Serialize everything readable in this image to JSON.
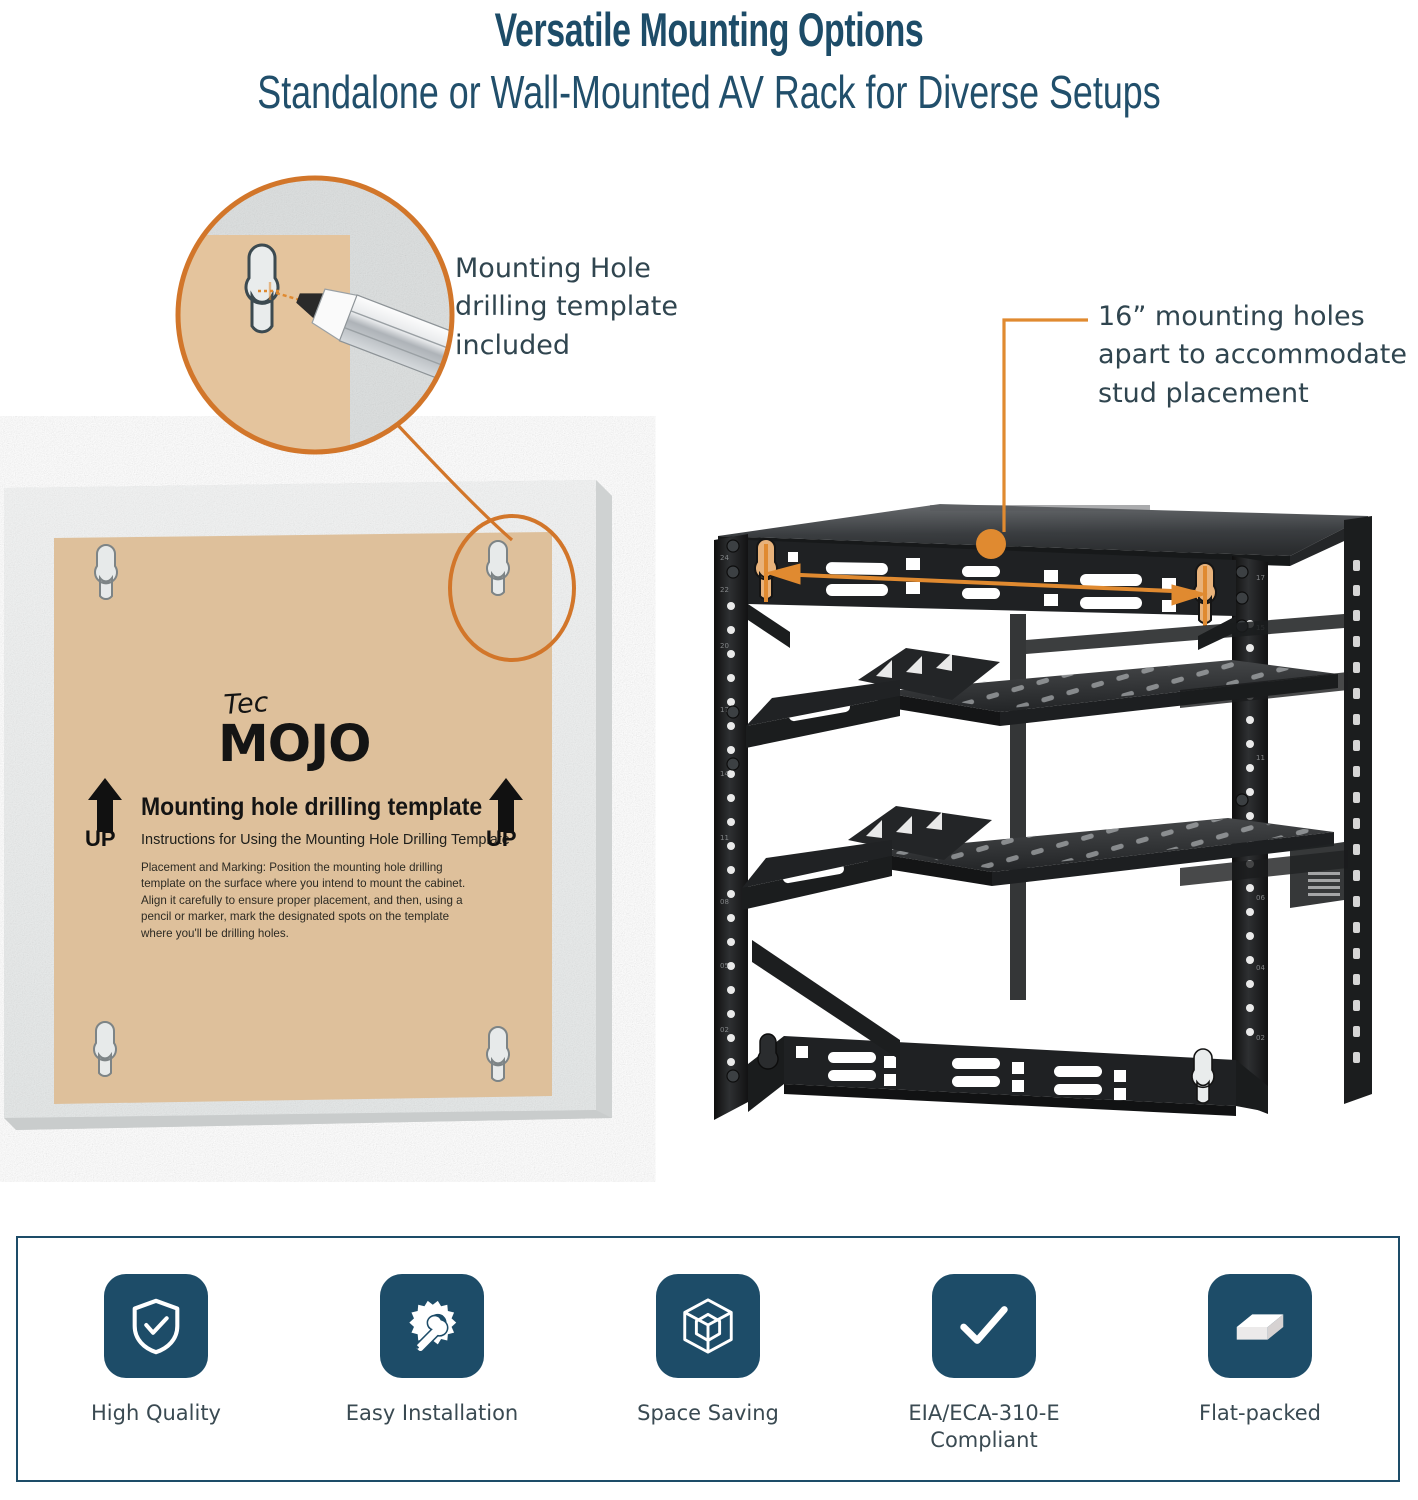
{
  "header": {
    "title": "Versatile Mounting Options",
    "subtitle": "Standalone or Wall-Mounted AV Rack for Diverse Setups"
  },
  "callouts": {
    "left": "Mounting Hole drilling template included",
    "right": "16” mounting holes apart to accommodate stud placement"
  },
  "template_card": {
    "brand_top": "Tec",
    "brand_main": "MOJO",
    "heading": "Mounting hole drilling template",
    "subheading": "Instructions for Using the Mounting Hole Drilling Template",
    "body": "Placement and Marking: Position the mounting hole drilling template on the surface where you intend to mount the cabinet. Align it carefully to ensure proper placement, and then, using a pencil or marker, mark the designated spots on the template where you'll be drilling holes.",
    "up_left": "UP",
    "up_right": "UP"
  },
  "features": [
    {
      "label": "High Quality",
      "icon": "shield-check-icon"
    },
    {
      "label": "Easy Installation",
      "icon": "gear-wrench-icon"
    },
    {
      "label": "Space Saving",
      "icon": "cube-outline-icon"
    },
    {
      "label": "EIA/ECA-310-E Compliant",
      "icon": "checkmark-icon"
    },
    {
      "label": "Flat-packed",
      "icon": "flat-box-icon"
    }
  ],
  "colors": {
    "brand_navy": "#1d4c68",
    "accent_orange": "#e08a30",
    "template_tan": "#dec09b",
    "wall_gray": "#e8eaea",
    "rack_black": "#1a1a1a",
    "body_text": "#30454f"
  }
}
